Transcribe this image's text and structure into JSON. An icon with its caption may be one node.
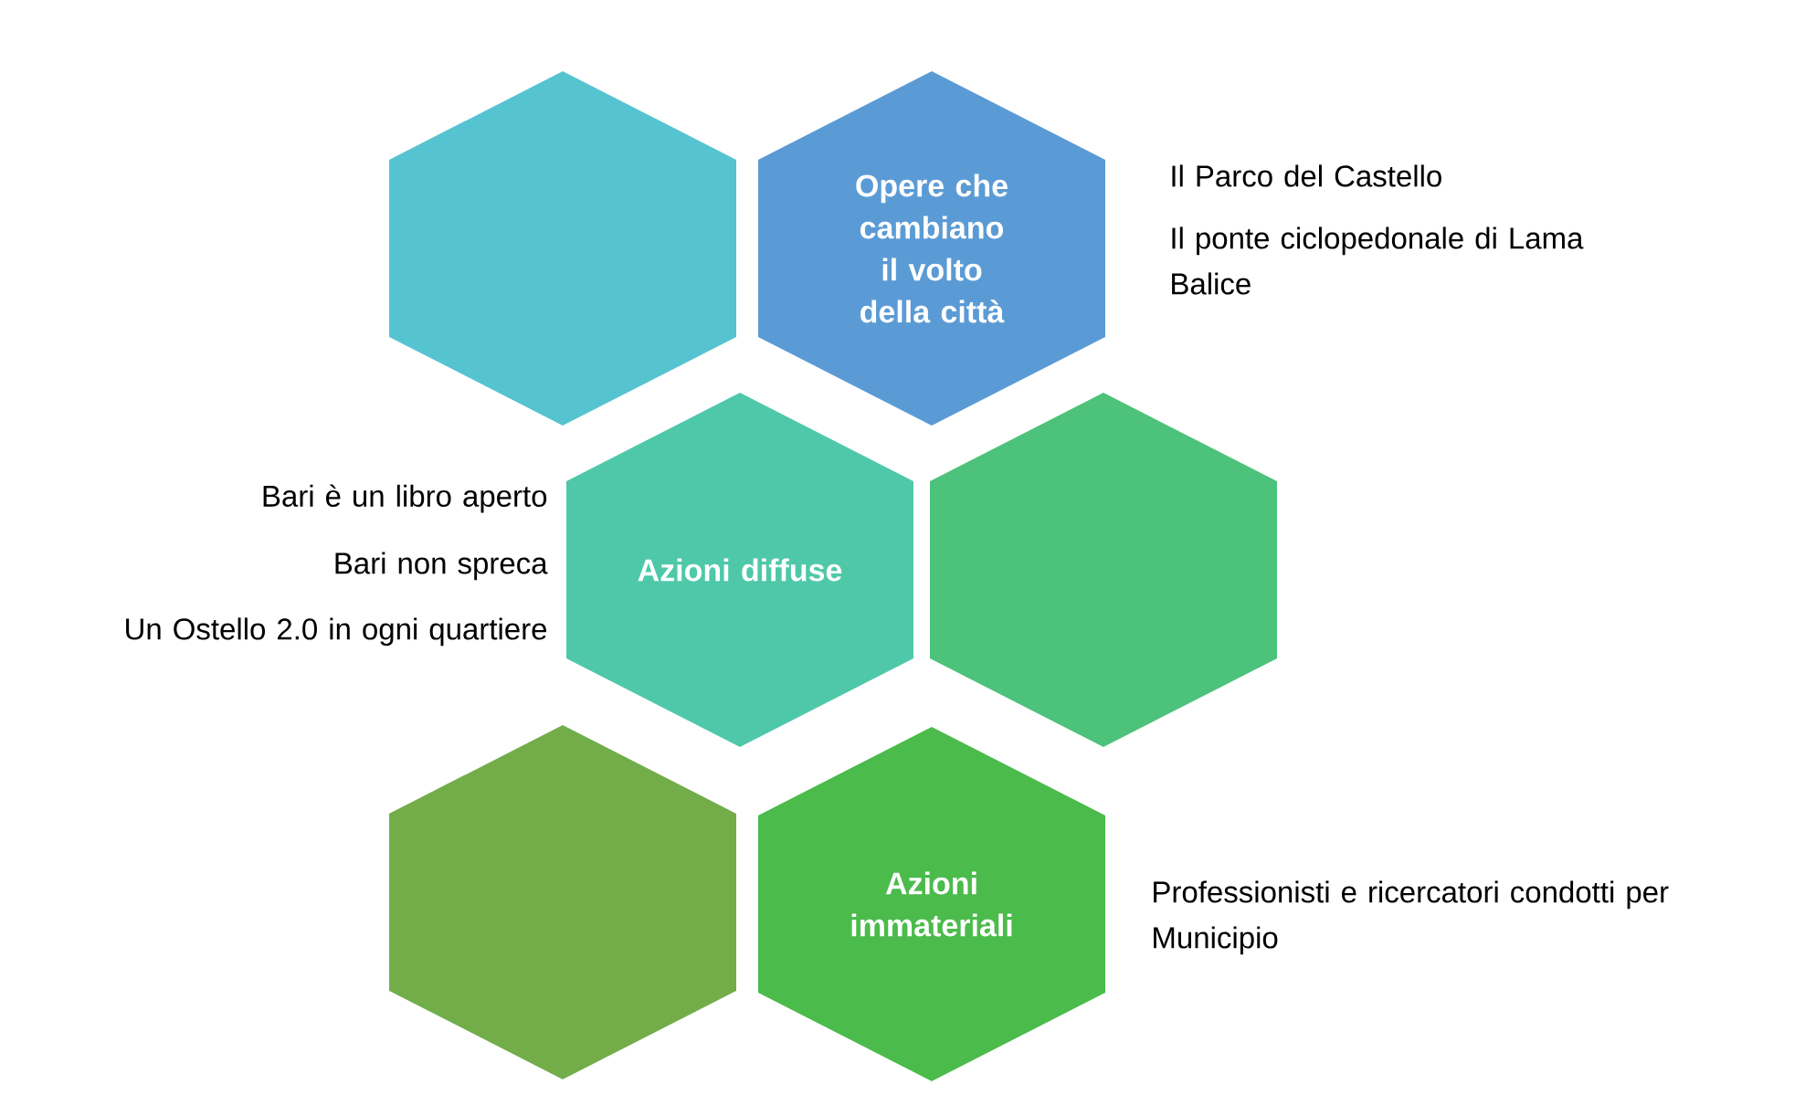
{
  "diagram": {
    "nodes": [
      {
        "text": [],
        "shape": "hexagon"
      },
      {
        "text": [
          "Opere che cambiano il volto della città"
        ],
        "beside": [
          "Il Parco del Castello",
          "Il ponte ciclopedonale di Lama Balice"
        ]
      },
      {
        "text": [
          "Azioni diffuse"
        ],
        "beside": [
          "Bari è un libro aperto",
          "Bari non spreca",
          "Un Ostello 2.0 in ogni quartiere"
        ]
      },
      {
        "text": [],
        "shape": "hexagon"
      },
      {
        "text": [],
        "shape": "hexagon"
      },
      {
        "text": [
          "Azioni immateriali"
        ],
        "beside": [
          "Professionisti e ricercatori condotti per Municipio"
        ]
      }
    ]
  }
}
